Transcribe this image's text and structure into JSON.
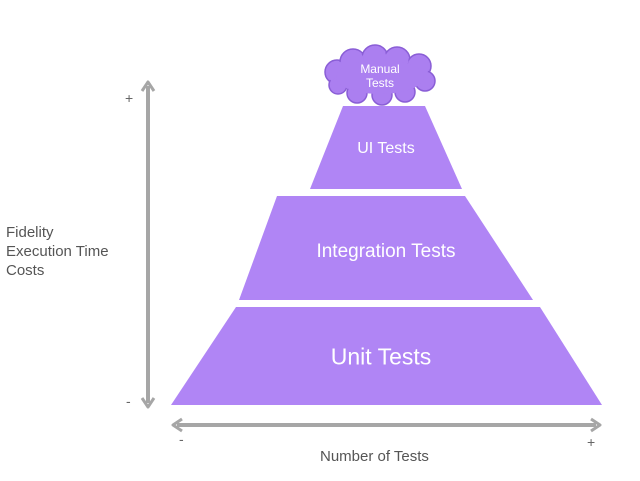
{
  "pyramid": {
    "top": "Manual Tests",
    "tiers": [
      {
        "label": "UI Tests"
      },
      {
        "label": "Integration Tests"
      },
      {
        "label": "Unit Tests"
      }
    ],
    "fill_color": "#b085f5",
    "cloud_fill_color": "#ab7ff0",
    "cloud_outline_color": "#8a5ed6"
  },
  "y_axis": {
    "label_lines": [
      "Fidelity",
      "Execution Time",
      "Costs"
    ],
    "high_mark": "+",
    "low_mark": "-"
  },
  "x_axis": {
    "label": "Number of Tests",
    "low_mark": "-",
    "high_mark": "+"
  },
  "axis_color": "#a6a6a6"
}
